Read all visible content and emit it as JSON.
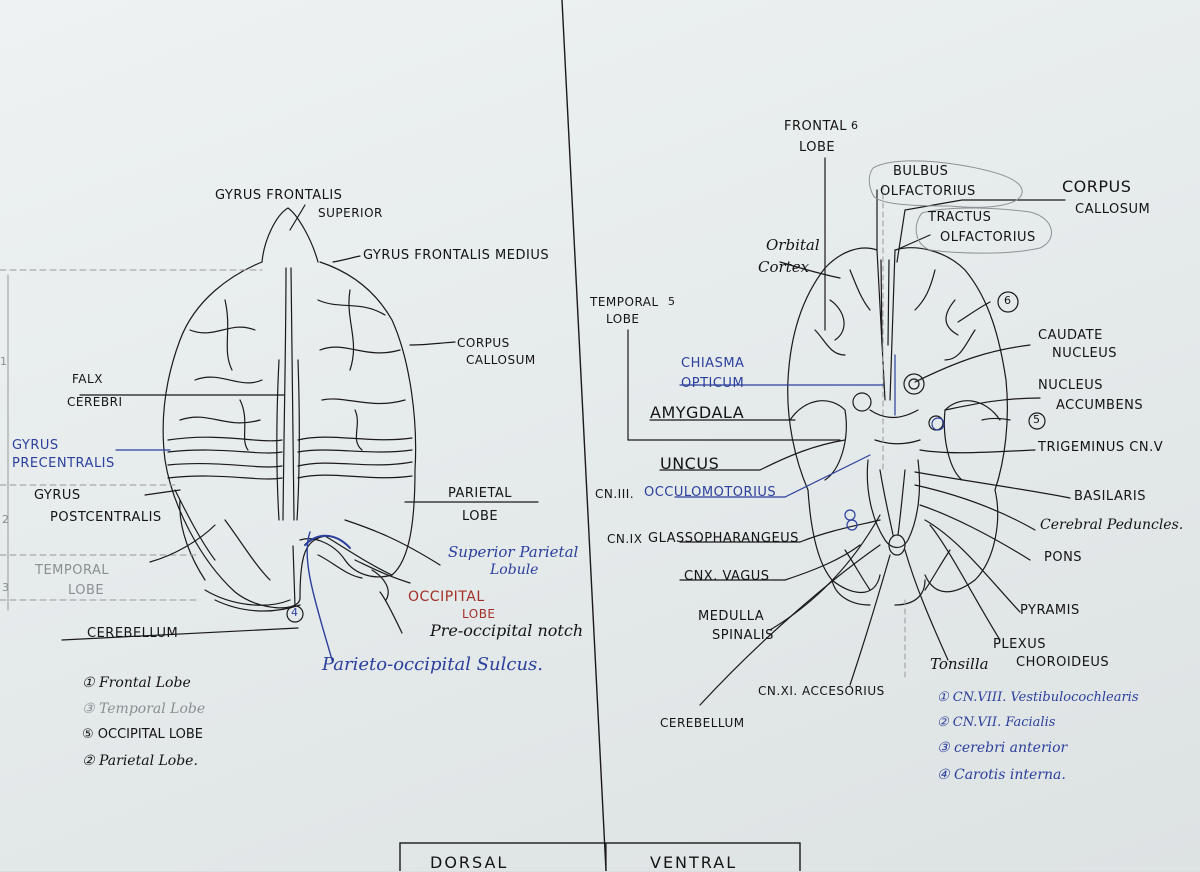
{
  "dorsal": {
    "labels": {
      "gyrus_frontalis": "GYRUS FRONTALIS",
      "superior": "SUPERIOR",
      "gyrus_frontalis_medius": "GYRUS FRONTALIS MEDIUS",
      "corpus": "CORPUS",
      "callosum": "CALLOSUM",
      "falx": "FALX",
      "cerebri": "CEREBRI",
      "gyrus_pre": "GYRUS",
      "precentralis": "PRECENTRALIS",
      "gyrus_post": "GYRUS",
      "postcentralis": "POSTCENTRALIS",
      "parietal": "PARIETAL",
      "parietal_lobe": "LOBE",
      "temporal": "TEMPORAL",
      "temporal_lobe": "LOBE",
      "superior_parietal": "Superior Parietal",
      "lobule": "Lobule",
      "occipital": "OCCIPITAL",
      "occipital_lobe": "LOBE",
      "preoccipital_notch": "Pre-occipital notch",
      "cerebellum": "CEREBELLUM",
      "parieto_occipital": "Parieto-occipital Sulcus.",
      "circle_4": "4"
    },
    "legend": [
      "① Frontal Lobe",
      "③ Temporal Lobe",
      "⑤ OCCIPITAL LOBE",
      "② Parietal Lobe."
    ],
    "side_marks": [
      "1",
      "2",
      "3"
    ]
  },
  "ventral": {
    "labels": {
      "frontal": "FRONTAL",
      "frontal_num": "6",
      "frontal_lobe": "LOBE",
      "bulbus": "BULBUS",
      "olfactorius": "OLFACTORIUS",
      "corpus": "CORPUS",
      "callosum": "CALLOSUM",
      "tractus": "TRACTUS",
      "olfactorius2": "OLFACTORIUS",
      "orbital": "Orbital",
      "cortex": "Cortex",
      "temporal": "TEMPORAL",
      "temporal_num": "5",
      "temporal_lobe": "LOBE",
      "circle_6": "6",
      "caudate": "CAUDATE",
      "nucleus": "NUCLEUS",
      "chiasma": "CHIASMA",
      "opticum": "OPTICUM",
      "nucleus2": "NUCLEUS",
      "accumbens": "ACCUMBENS",
      "circle_5": "5",
      "amygdala": "AMYGDALA",
      "trigeminus": "TRIGEMINUS CN.V",
      "uncus": "UNCUS",
      "cn3": "CN.III.",
      "occulomotorius": "OCCULOMOTORIUS",
      "basilaris": "BASILARIS",
      "cerebral_peduncles": "Cerebral Peduncles.",
      "cn9": "CN.IX",
      "glassopharangeus": "GLASSOPHARANGEUS",
      "pons": "PONS",
      "cn10": "CNX. VAGUS",
      "medulla": "MEDULLA",
      "spinalis": "SPINALIS",
      "pyramis": "PYRAMIS",
      "plexus": "PLEXUS",
      "choroideus": "CHOROIDEUS",
      "tonsilla": "Tonsilla",
      "cn11": "CN.XI. ACCESORIUS",
      "cerebellum": "CEREBELLUM"
    },
    "legend": [
      "① CN.VIII. Vestibulocochlearis",
      "② CN.VII. Facialis",
      "③ cerebri anterior",
      "④ Carotis interna."
    ]
  },
  "bottom_box": {
    "left": "DORSAL",
    "right": "VENTRAL"
  },
  "colors": {
    "ink": "#141414",
    "blue": "#2b3f9c",
    "red": "#a3302a",
    "paper": "#e8eced"
  }
}
